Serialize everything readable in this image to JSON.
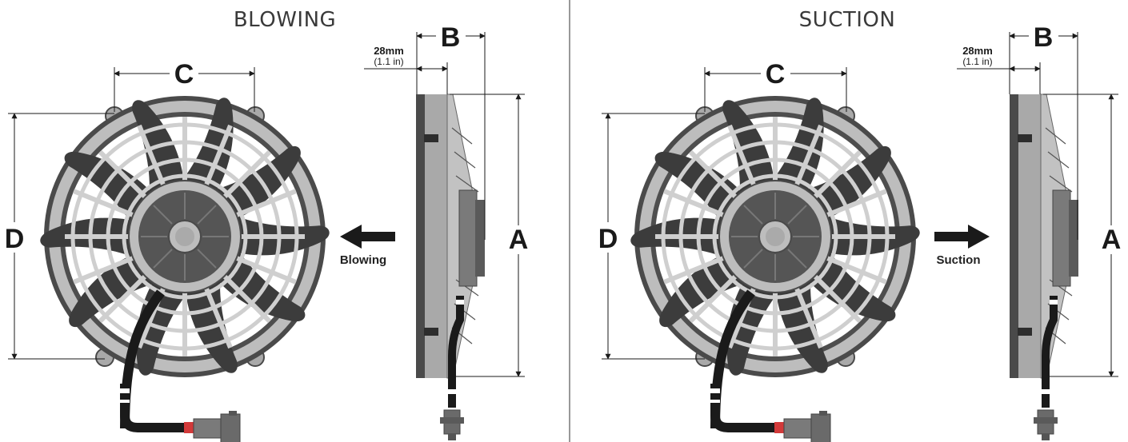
{
  "panels": [
    {
      "title": "BLOWING",
      "arrow_label": "Blowing",
      "arrow_direction": "left",
      "dim_a": "A",
      "dim_b": "B",
      "dim_c": "C",
      "dim_d": "D",
      "offset_mm": "28mm",
      "offset_in": "(1.1 in)"
    },
    {
      "title": "SUCTION",
      "arrow_label": "Suction",
      "arrow_direction": "right",
      "dim_a": "A",
      "dim_b": "B",
      "dim_c": "C",
      "dim_d": "D",
      "offset_mm": "28mm",
      "offset_in": "(1.1 in)"
    }
  ],
  "colors": {
    "frame": "#b9b9b9",
    "frame_dark": "#4a4a4a",
    "blade": "#3c3c3c",
    "grille": "#d4d4d4",
    "motor": "#555555",
    "cable": "#1a1a1a",
    "divider": "#555555"
  }
}
